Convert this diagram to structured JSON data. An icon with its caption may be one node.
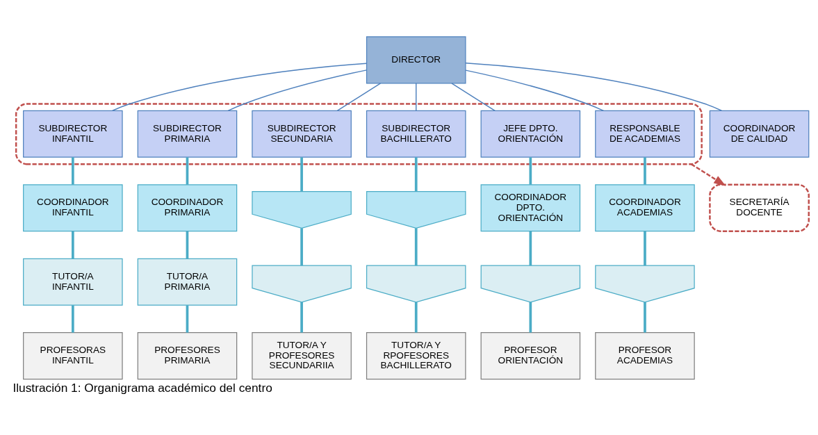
{
  "diagram": {
    "caption": "Ilustración 1: Organigrama académico del centro",
    "nodes": [
      {
        "text": [
          "DIRECTOR"
        ]
      },
      {
        "text": [],
        "shape": "box"
      },
      {
        "text": [
          "SUBDIRECTOR INFANTIL"
        ],
        "in": 1
      },
      {
        "text": [
          "SUBDIRECTOR PRIMARIA"
        ],
        "in": 1
      },
      {
        "text": [
          "SUBDIRECTOR SECUNDARIA"
        ],
        "in": 1
      },
      {
        "text": [
          "SUBDIRECTOR BACHILLERATO"
        ],
        "in": 1
      },
      {
        "text": [
          "JEFE DPTO. ORIENTACIÓN"
        ],
        "in": 1
      },
      {
        "text": [
          "RESPONSABLE DE ACADEMIAS"
        ],
        "in": 1
      },
      {
        "text": [
          "COORDINADOR DE CALIDAD"
        ]
      },
      {
        "text": [
          "COORDINADOR INFANTIL"
        ]
      },
      {
        "text": [
          "COORDINADOR PRIMARIA"
        ]
      },
      {
        "text": [],
        "shape": "arrow"
      },
      {
        "text": [],
        "shape": "arrow"
      },
      {
        "text": [
          "COORDINADOR DPTO. ORIENTACIÓN"
        ]
      },
      {
        "text": [
          "COORDINADOR ACADEMIAS"
        ]
      },
      {
        "text": [
          "TUTOR/A INFANTIL"
        ]
      },
      {
        "text": [
          "TUTOR/A PRIMARIA"
        ]
      },
      {
        "text": [],
        "shape": "arrow"
      },
      {
        "text": [],
        "shape": "arrow"
      },
      {
        "text": [],
        "shape": "arrow"
      },
      {
        "text": [],
        "shape": "arrow"
      },
      {
        "text": [
          "PROFESORAS INFANTIL"
        ]
      },
      {
        "text": [
          "PROFESORES PRIMARIA"
        ]
      },
      {
        "text": [
          "TUTOR/A Y PROFESORES SECUNDARIIA"
        ]
      },
      {
        "text": [
          "TUTOR/A Y RPOFESORES BACHILLERATO"
        ]
      },
      {
        "text": [
          "PROFESOR ORIENTACIÓN"
        ]
      },
      {
        "text": [
          "PROFESOR ACADEMIAS"
        ]
      },
      {
        "text": [
          "SECRETARÍA DOCENTE"
        ]
      }
    ],
    "edges": [
      {
        "from": 0,
        "to": 2,
        "arrow": "none",
        "color": "#4f81bd"
      },
      {
        "from": 0,
        "to": 3,
        "arrow": "none",
        "color": "#4f81bd"
      },
      {
        "from": 0,
        "to": 4,
        "arrow": "none",
        "color": "#4f81bd"
      },
      {
        "from": 0,
        "to": 5,
        "arrow": "none",
        "color": "#4f81bd"
      },
      {
        "from": 0,
        "to": 6,
        "arrow": "none",
        "color": "#4f81bd"
      },
      {
        "from": 0,
        "to": 7,
        "arrow": "none",
        "color": "#4f81bd"
      },
      {
        "from": 0,
        "to": 8,
        "arrow": "none",
        "color": "#4f81bd"
      },
      {
        "from": 2,
        "to": 9,
        "arrow": "none"
      },
      {
        "from": 9,
        "to": 15,
        "arrow": "none"
      },
      {
        "from": 15,
        "to": 21,
        "arrow": "none"
      },
      {
        "from": 3,
        "to": 10,
        "arrow": "none"
      },
      {
        "from": 10,
        "to": 16,
        "arrow": "none"
      },
      {
        "from": 16,
        "to": 22,
        "arrow": "none"
      },
      {
        "from": 4,
        "to": 11,
        "arrow": "none"
      },
      {
        "from": 11,
        "to": 17,
        "arrow": "none"
      },
      {
        "from": 17,
        "to": 23,
        "arrow": "none"
      },
      {
        "from": 5,
        "to": 12,
        "arrow": "none"
      },
      {
        "from": 12,
        "to": 18,
        "arrow": "none"
      },
      {
        "from": 18,
        "to": 24,
        "arrow": "none"
      },
      {
        "from": 6,
        "to": 13,
        "arrow": "none"
      },
      {
        "from": 13,
        "to": 19,
        "arrow": "none"
      },
      {
        "from": 19,
        "to": 25,
        "arrow": "none"
      },
      {
        "from": 7,
        "to": 14,
        "arrow": "none"
      },
      {
        "from": 14,
        "to": 20,
        "arrow": "none"
      },
      {
        "from": 20,
        "to": 26,
        "arrow": "none"
      },
      {
        "from": 1,
        "to": 27,
        "arrow": "to",
        "style": "dashed",
        "color": "#c0504d"
      }
    ]
  }
}
